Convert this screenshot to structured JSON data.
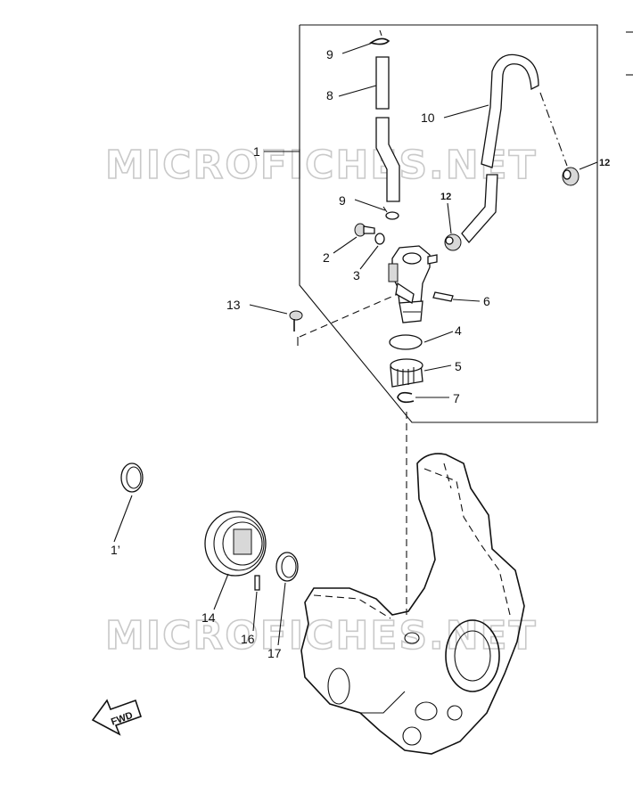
{
  "watermark": {
    "text": "MICROFICHES.NET"
  },
  "fwd_badge": {
    "text": "FWD"
  },
  "callouts": {
    "c1": "1",
    "c2": "2",
    "c3": "3",
    "c4": "4",
    "c5": "5",
    "c6": "6",
    "c7": "7",
    "c8": "8",
    "c9a": "9",
    "c9b": "9",
    "c10": "10",
    "c12a": "12",
    "c12b": "12",
    "c13": "13",
    "c14": "14",
    "c15": "1’",
    "c16": "16",
    "c17": "17"
  }
}
